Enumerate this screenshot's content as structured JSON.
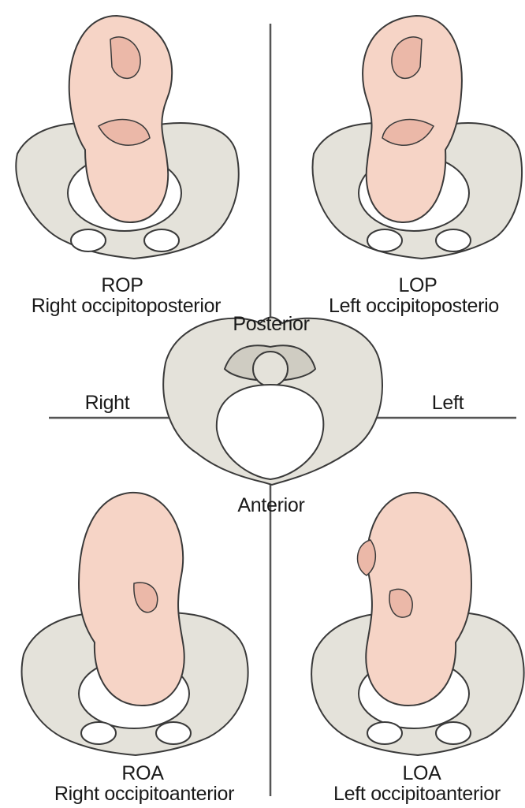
{
  "colors": {
    "bone": "#e4e2da",
    "bone_shade": "#cfccc2",
    "outline": "#3a3a3a",
    "skin": "#f6d4c6",
    "skin_shade": "#ebb8a8",
    "axis": "#555555"
  },
  "orientation": {
    "posterior": "Posterior",
    "anterior": "Anterior",
    "right": "Right",
    "left": "Left"
  },
  "positions": [
    {
      "code": "ROP",
      "name": "Right occipitoposterior"
    },
    {
      "code": "LOP",
      "name": "Left occipitoposterio"
    },
    {
      "code": "ROA",
      "name": "Right occipitoanterior"
    },
    {
      "code": "LOA",
      "name": "Left occipitoanterior"
    }
  ]
}
